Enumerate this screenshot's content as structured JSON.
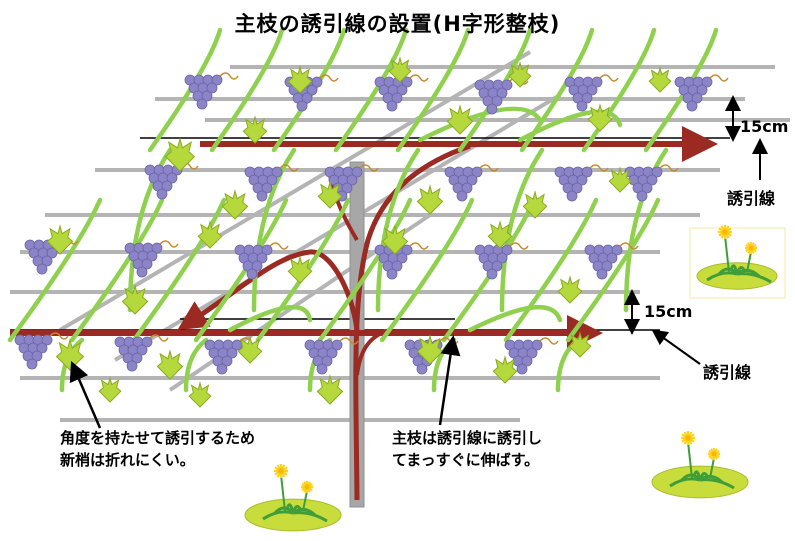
{
  "title": "主枝の誘引線の設置(H字形整枝)",
  "labels": {
    "spacing_top": "15cm",
    "spacing_bottom": "15cm",
    "wire_top": "誘引線",
    "wire_bottom": "誘引線"
  },
  "notes": {
    "left_line1": "角度を持たせて誘引するため",
    "left_line2": "新梢は折れにくい。",
    "right_line1": "主枝は誘引線に誘引し",
    "right_line2": "てまっすぐに伸ばす。"
  },
  "colors": {
    "trellis_wire": "#b4b4b4",
    "guide_wire": "#000000",
    "main_branch": "#9a2a22",
    "trunk": "#a7a7a7",
    "shoot": "#8fd14f",
    "leaf": "#b5d93c",
    "grape": "#8b85c8",
    "tendril": "#c88a2a",
    "dandelion_flower": "#ffd21f",
    "ground": "#c8dc3c"
  },
  "icons": [
    "grape-leaf-icon",
    "grape-cluster-icon",
    "tendril-icon",
    "dandelion-icon"
  ]
}
